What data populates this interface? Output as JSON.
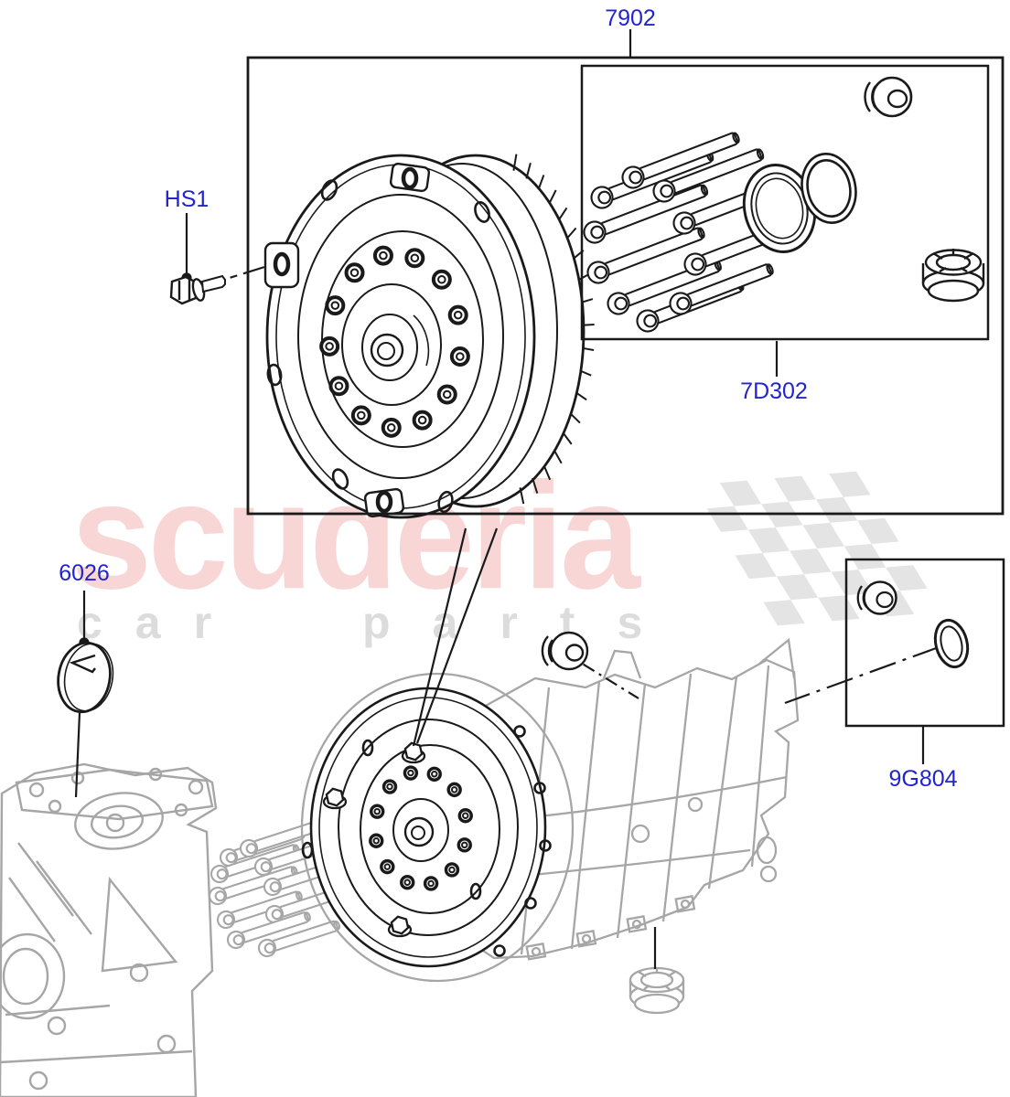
{
  "diagram_type": "exploded-parts-diagram",
  "callouts": {
    "converter_assembly": "7902",
    "converter_bolt": "HS1",
    "service_kit": "7D302",
    "blanking_plate": "6026",
    "seal_kit": "9G804"
  },
  "watermark": {
    "brand": "scuderia",
    "tagline_word1": "car",
    "tagline_word2": "parts"
  },
  "colors": {
    "label_blue": "#2323cf",
    "line_dark": "#1a1a1a",
    "line_gray": "#a6a6a6",
    "wm_pink": "#f8d6d6",
    "wm_gray": "#dcdcdc",
    "flag_gray": "#e3e3e3",
    "bg": "#ffffff"
  }
}
